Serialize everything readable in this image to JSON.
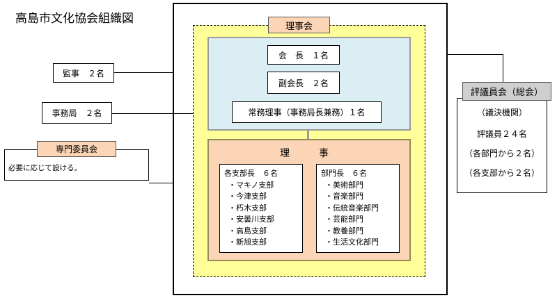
{
  "title": "高島市文化協会組織図",
  "board_label": "理事会",
  "executives": {
    "president": "会　長　１名",
    "vice_president": "副会長　２名",
    "managing_director": "常務理事（事務局長兼務）１名"
  },
  "directors": {
    "heading": "理　事",
    "branches": {
      "heading": "各支部長　６名",
      "items": [
        "・マキノ支部",
        "・今津支部",
        "・朽木支部",
        "・安曇川支部",
        "・高島支部",
        "・新旭支部"
      ]
    },
    "sections": {
      "heading": "部門長　６名",
      "items": [
        "・美術部門",
        "・音楽部門",
        "・伝統音楽部門",
        "・芸能部門",
        "・教養部門",
        "・生活文化部門"
      ]
    }
  },
  "auditor": "監事　２名",
  "secretariat": "事務局　２名",
  "committee": {
    "label": "専門委員会",
    "note": "必要に応じて設ける。"
  },
  "council": {
    "label": "評議員会（総会）",
    "lines": [
      "（議決機関）",
      "評議員２４名",
      "（各部門から２名）",
      "（各支部から２名）"
    ]
  }
}
